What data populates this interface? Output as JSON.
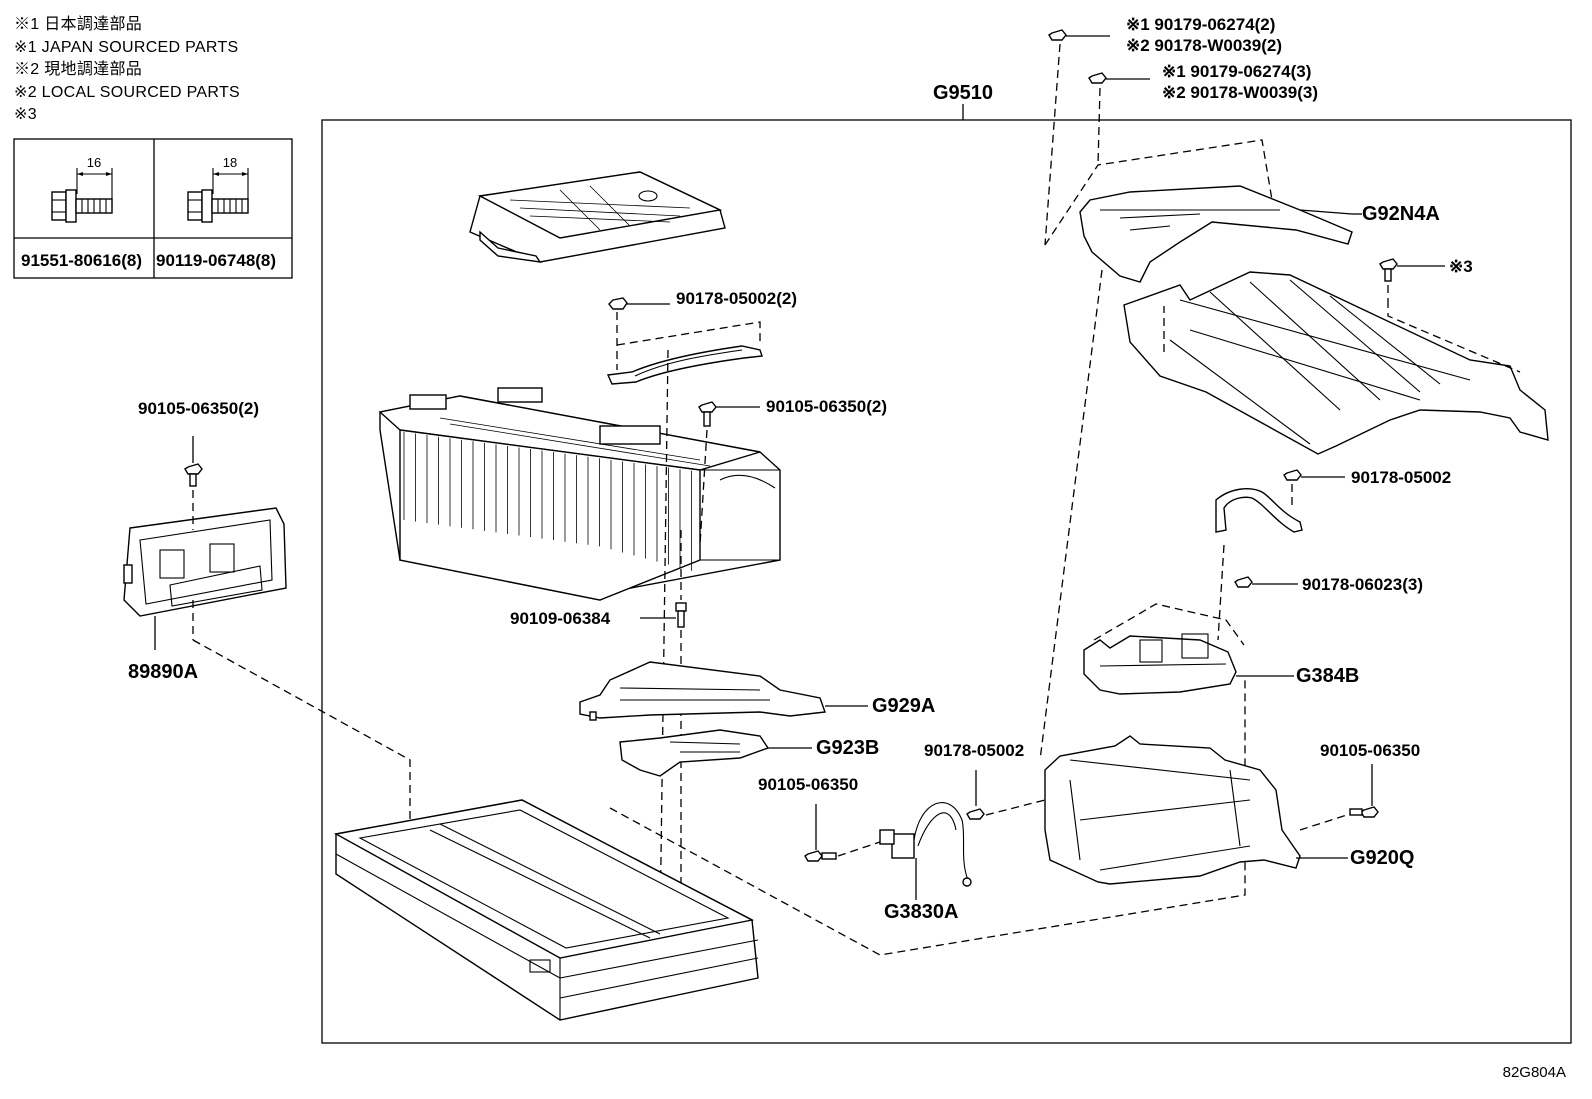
{
  "legend": {
    "line1": "※1 日本調達部品",
    "line2": "※1 JAPAN SOURCED PARTS",
    "line3": "※2 現地調達部品",
    "line4": "※2 LOCAL SOURCED PARTS",
    "line5": "※3"
  },
  "bolt_table": {
    "dim1": "16",
    "dim2": "18",
    "part1": "91551-80616(8)",
    "part2": "90119-06748(8)"
  },
  "callouts": {
    "g9510": "G9510",
    "top_bolt_a_1": "※1 90179-06274(2)",
    "top_bolt_a_2": "※2 90178-W0039(2)",
    "top_bolt_b_1": "※1 90179-06274(3)",
    "top_bolt_b_2": "※2 90178-W0039(3)",
    "g92n4a": "G92N4A",
    "note3": "※3",
    "p90178_05002_2": "90178-05002(2)",
    "p90105_06350_2_left": "90105-06350(2)",
    "p90105_06350_2_mid": "90105-06350(2)",
    "p90178_05002_right": "90178-05002",
    "p90178_06023_3": "90178-06023(3)",
    "p90109_06384": "90109-06384",
    "g384b": "G384B",
    "g929a": "G929A",
    "g923b": "G923B",
    "p89890a": "89890A",
    "p90178_05002_low": "90178-05002",
    "p90105_06350_low_right": "90105-06350",
    "p90105_06350_low_mid": "90105-06350",
    "g920q": "G920Q",
    "g3830a": "G3830A"
  },
  "figure_ref": "82G804A"
}
